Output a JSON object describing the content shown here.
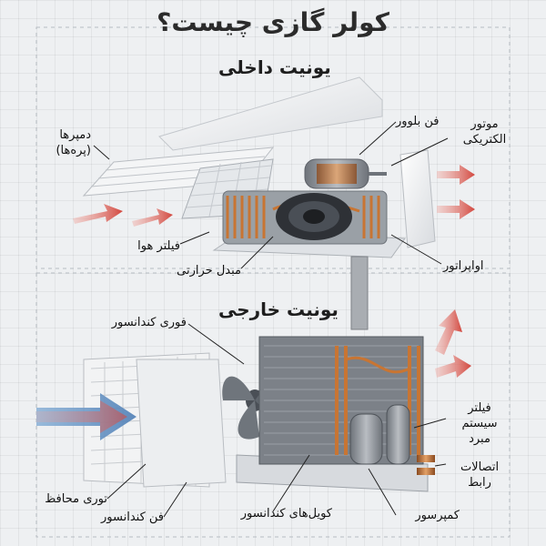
{
  "title": "کولر گازی چیست؟",
  "indoor": {
    "heading": "یونیت داخلی",
    "labels": {
      "dampers": "دمپرها\n(پره‌ها)",
      "blower_fan": "فن بلوور",
      "electric_motor": "موتور\nالکتریکی",
      "air_filter": "فیلتر هوا",
      "heat_exchanger": "مبدل حرارتی",
      "evaporator": "اواپراتور"
    }
  },
  "outdoor": {
    "heading": "یونیت خارجی",
    "labels": {
      "condenser_fan_blade": "فوری کندانسور",
      "refrigerant_filter": "فیلتر\nسیستم\nمبرد",
      "connections": "اتصالات\nرابط",
      "guard_grille": "توری محافظ",
      "condenser_fan": "فن کندانسور",
      "condenser_coils": "کویل‌های کندانسور",
      "compressor": "کمپرسور"
    }
  },
  "colors": {
    "warm_arrow": "#d2473e",
    "cool_arrow": "#8fb4d8",
    "copper": "#c87533",
    "metal": "#8c9096",
    "panel": "#f5f6f7"
  }
}
